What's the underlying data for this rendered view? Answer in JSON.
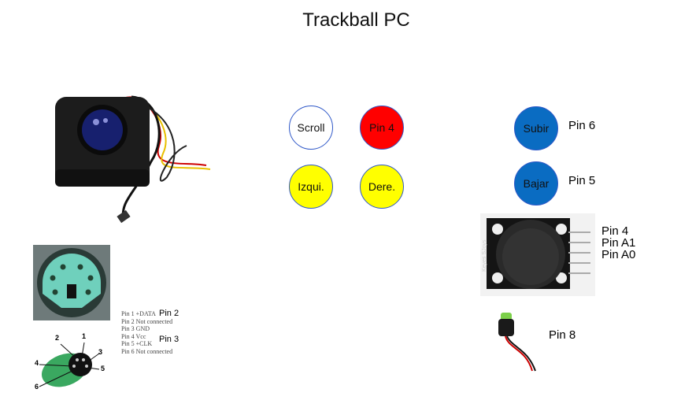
{
  "title": "Trackball PC",
  "colors": {
    "red": "#ff0000",
    "yellow": "#ffff00",
    "blue": "#0a6cc2",
    "border_blue": "#2f58c8"
  },
  "buttons": [
    {
      "label": "Scroll",
      "color": "white"
    },
    {
      "label": "Pin 4",
      "color": "red"
    },
    {
      "label": "Izqui.",
      "color": "yellow"
    },
    {
      "label": "Dere.",
      "color": "yellow"
    },
    {
      "label": "Subir",
      "color": "blue"
    },
    {
      "label": "Bajar",
      "color": "blue"
    }
  ],
  "labels": {
    "subir_pin": "Pin 6",
    "bajar_pin": "Pin 5",
    "joystick_pins": [
      "Pin 4",
      "Pin A1",
      "Pin A0"
    ],
    "led_pin": "Pin 8",
    "ps2_data_pin": "Pin 2",
    "ps2_clk_pin": "Pin 3"
  },
  "ps2_pinout": [
    "Pin 1 +DATA",
    "Pin 2 Not connected",
    "Pin 3 GND",
    "Pin 4 Vcc",
    "Pin 5 +CLK",
    "Pin 6 Not connected"
  ],
  "connector_numbers": [
    "1",
    "2",
    "3",
    "4",
    "5",
    "6"
  ],
  "joystick_brand": "Keyes SJoys"
}
